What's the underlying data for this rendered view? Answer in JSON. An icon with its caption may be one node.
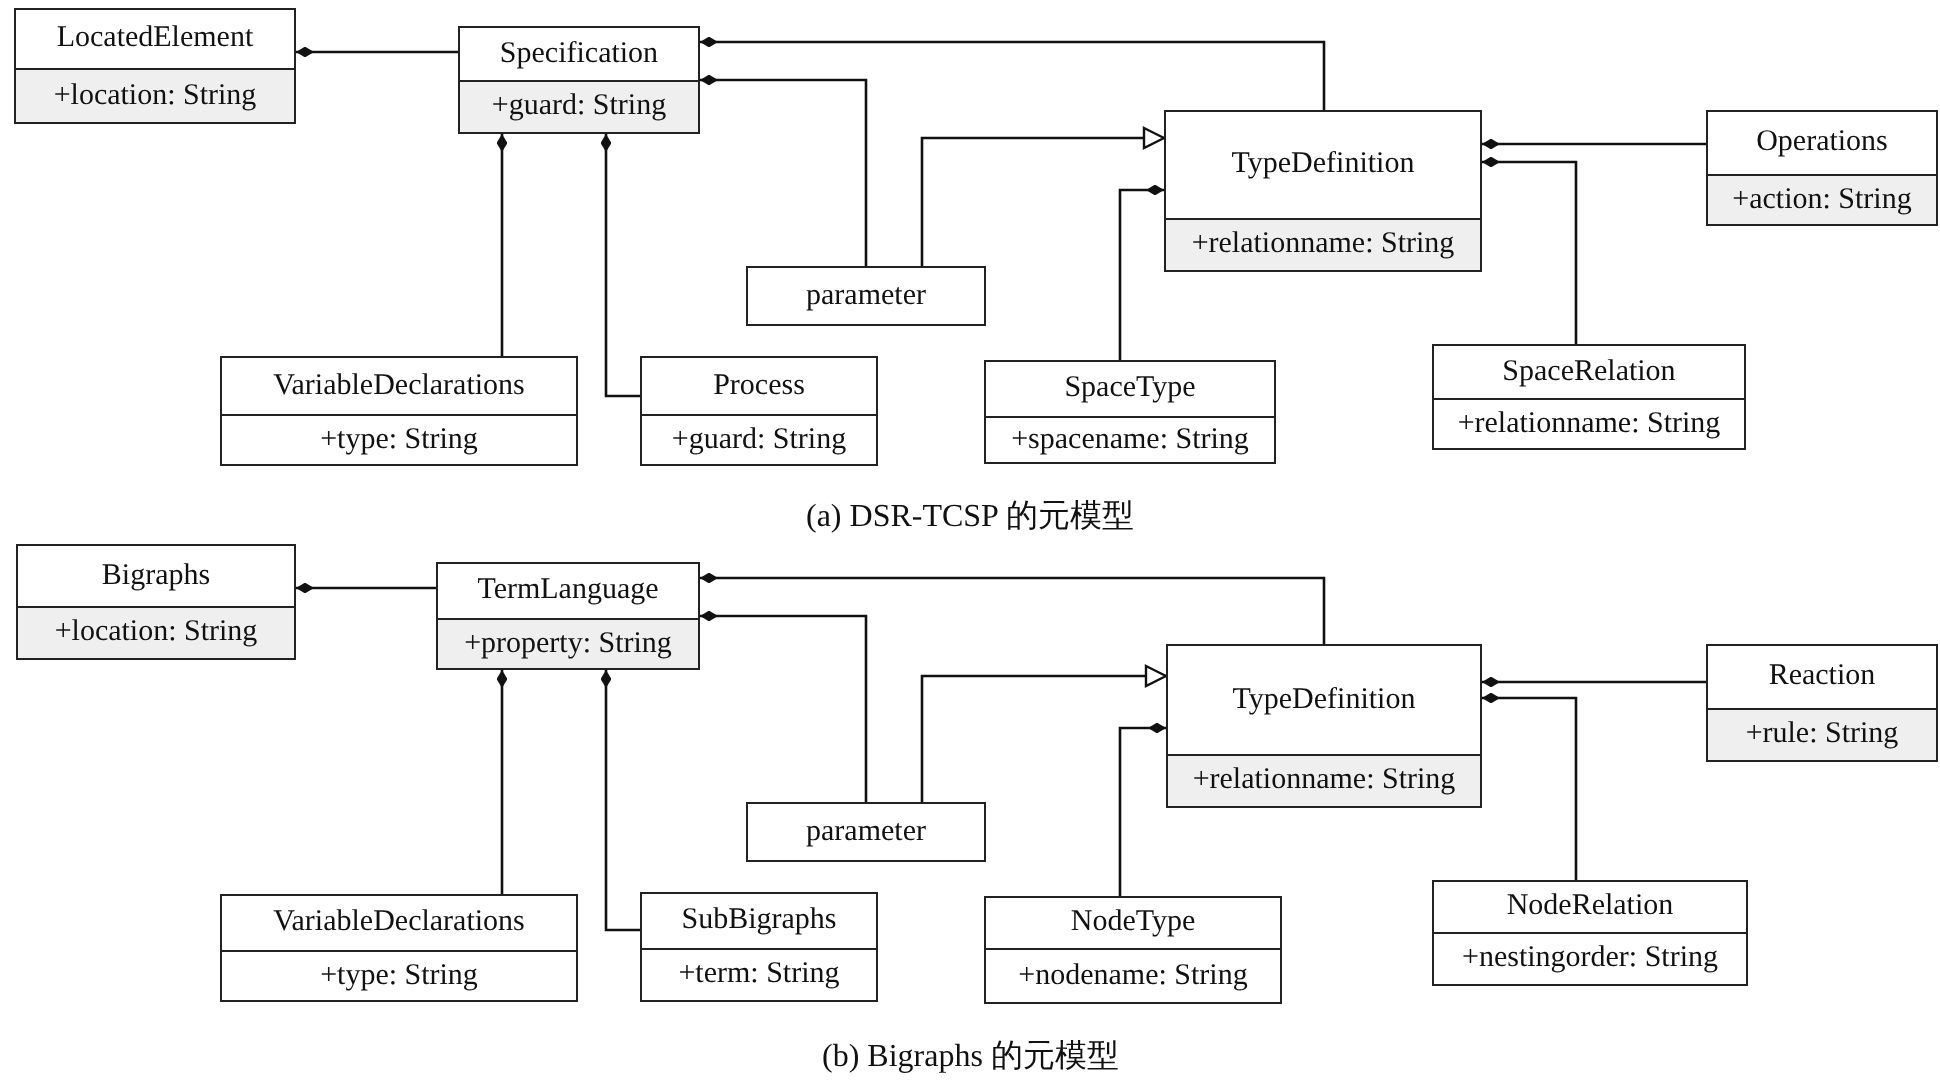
{
  "diagram": {
    "nodes": [
      {
        "text": [
          "LocatedElement",
          "+location: String"
        ]
      },
      {
        "text": [
          "Specification",
          "+guard: String"
        ]
      },
      {
        "text": [
          "TypeDefinition",
          "+relationname: String"
        ]
      },
      {
        "text": [
          "Operations",
          "+action: String"
        ]
      },
      {
        "text": [
          "parameter"
        ]
      },
      {
        "text": [
          "VariableDeclarations",
          "+type: String"
        ]
      },
      {
        "text": [
          "Process",
          "+guard: String"
        ]
      },
      {
        "text": [
          "SpaceType",
          "+spacename: String"
        ]
      },
      {
        "text": [
          "SpaceRelation",
          "+relationname: String"
        ]
      },
      {
        "text": [
          "Bigraphs",
          "+location: String"
        ]
      },
      {
        "text": [
          "TermLanguage",
          "+property: String"
        ]
      },
      {
        "text": [
          "TypeDefinition",
          "+relationname: String"
        ]
      },
      {
        "text": [
          "Reaction",
          "+rule: String"
        ]
      },
      {
        "text": [
          "parameter"
        ]
      },
      {
        "text": [
          "VariableDeclarations",
          "+type: String"
        ]
      },
      {
        "text": [
          "SubBigraphs",
          "+term: String"
        ]
      },
      {
        "text": [
          "NodeType",
          "+nodename: String"
        ]
      },
      {
        "text": [
          "NodeRelation",
          "+nestingorder: String"
        ]
      }
    ],
    "edges": [
      {
        "from": 0,
        "to": 1,
        "arrow": "other"
      },
      {
        "from": 1,
        "to": 2,
        "arrow": "other"
      },
      {
        "from": 1,
        "to": 4,
        "arrow": "other"
      },
      {
        "from": 4,
        "to": 2,
        "arrow": "to"
      },
      {
        "from": 1,
        "to": 5,
        "arrow": "other"
      },
      {
        "from": 1,
        "to": 6,
        "arrow": "other"
      },
      {
        "from": 2,
        "to": 7,
        "arrow": "other"
      },
      {
        "from": 2,
        "to": 3,
        "arrow": "other"
      },
      {
        "from": 2,
        "to": 8,
        "arrow": "other"
      },
      {
        "from": 9,
        "to": 10,
        "arrow": "other"
      },
      {
        "from": 10,
        "to": 11,
        "arrow": "other"
      },
      {
        "from": 10,
        "to": 13,
        "arrow": "other"
      },
      {
        "from": 13,
        "to": 11,
        "arrow": "to"
      },
      {
        "from": 10,
        "to": 14,
        "arrow": "other"
      },
      {
        "from": 10,
        "to": 15,
        "arrow": "other"
      },
      {
        "from": 11,
        "to": 16,
        "arrow": "other"
      },
      {
        "from": 11,
        "to": 12,
        "arrow": "other"
      },
      {
        "from": 11,
        "to": 17,
        "arrow": "other"
      }
    ],
    "labels": [
      "(a) DSR-TCSP 的元模型",
      "(b) Bigraphs 的元模型"
    ]
  }
}
